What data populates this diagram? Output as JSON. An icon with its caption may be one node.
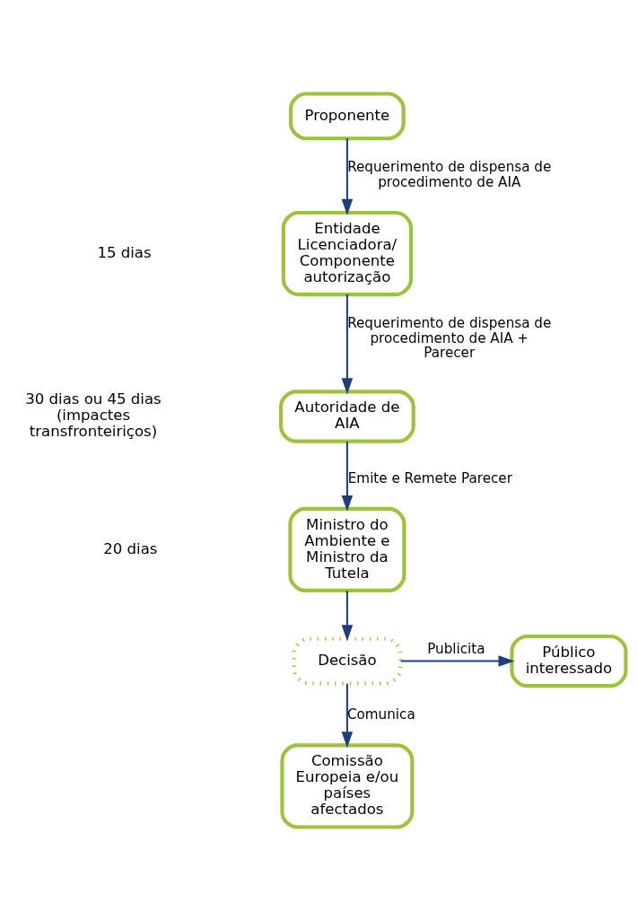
{
  "diagram": {
    "nodes": [
      {
        "text": [
          "Proponente"
        ]
      },
      {
        "text": [
          "Entidade Licenciadora/ Componente autorização"
        ]
      },
      {
        "text": [
          "Autoridade de AIA"
        ]
      },
      {
        "text": [
          "Ministro do Ambiente e Ministro da Tutela"
        ]
      },
      {
        "text": [
          "Decisão"
        ]
      },
      {
        "text": [
          "Público interessado"
        ]
      },
      {
        "text": [
          "Comissão Europeia e/ou países afectados"
        ]
      }
    ],
    "edges": [
      {
        "from": 0,
        "to": 1,
        "arrow": "to",
        "label": "Requerimento de dispensa de procedimento de AIA"
      },
      {
        "from": 1,
        "to": 2,
        "arrow": "to",
        "label": "Requerimento de dispensa de procedimento de AIA + Parecer"
      },
      {
        "from": 2,
        "to": 3,
        "arrow": "to",
        "label": "Emite e Remete Parecer"
      },
      {
        "from": 3,
        "to": 4,
        "arrow": "to"
      },
      {
        "from": 4,
        "to": 5,
        "arrow": "to",
        "label": "Publicita"
      },
      {
        "from": 4,
        "to": 6,
        "arrow": "to",
        "label": "Comunica"
      }
    ],
    "labels": [
      "15 dias",
      "30 dias ou 45 dias (impactes transfronteiriços)",
      "20 dias"
    ]
  }
}
